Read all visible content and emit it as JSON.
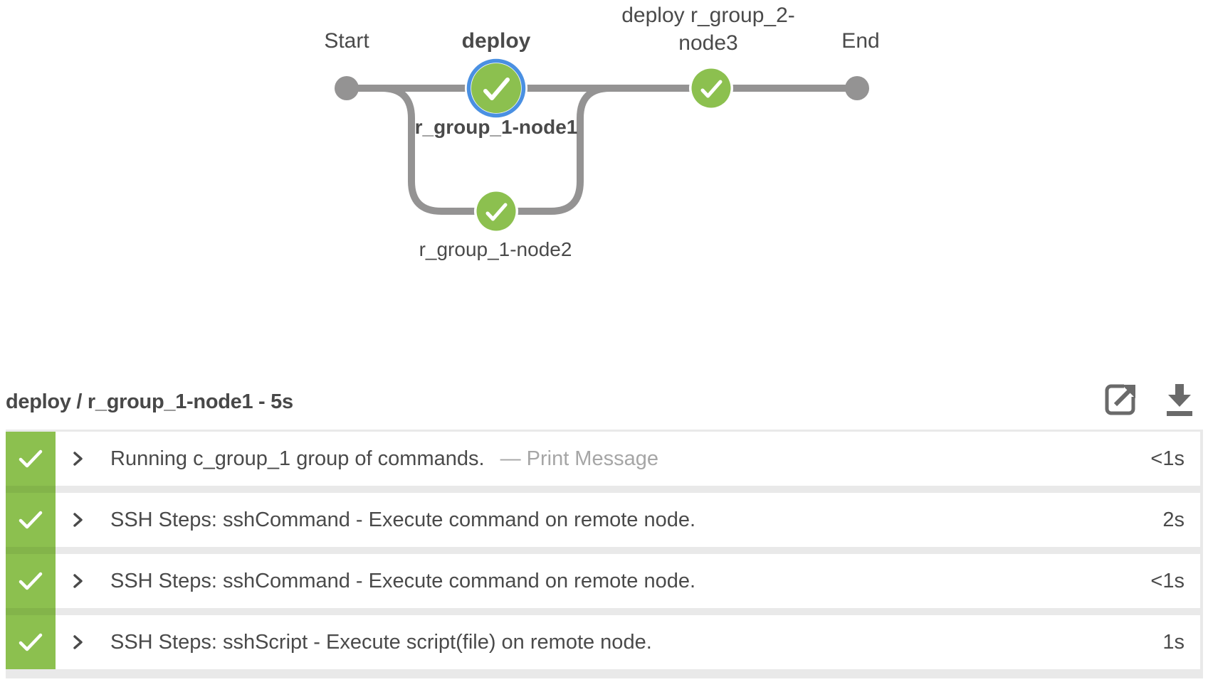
{
  "graph": {
    "labels": {
      "start": "Start",
      "deploy": "deploy",
      "node3_lines": [
        "deploy r_group_2-",
        "node3"
      ],
      "end": "End",
      "branch1": "r_group_1-node1",
      "branch2": "r_group_1-node2"
    },
    "nodes": [
      {
        "name": "Start",
        "type": "terminal"
      },
      {
        "name": "deploy",
        "type": "stage",
        "status": "success",
        "selected": true
      },
      {
        "name": "deploy r_group_2-node3",
        "type": "stage",
        "status": "success"
      },
      {
        "name": "End",
        "type": "terminal"
      }
    ],
    "parallel_branches": [
      {
        "label": "r_group_1-node1",
        "status": "success",
        "selected": true
      },
      {
        "label": "r_group_1-node2",
        "status": "success"
      }
    ]
  },
  "log_panel": {
    "title": "deploy / r_group_1-node1 - 5s",
    "icons": [
      "external-link-icon",
      "download-icon"
    ],
    "steps": [
      {
        "status": "success",
        "label": "Running c_group_1 group of commands.",
        "annotation": "— Print Message",
        "duration": "<1s"
      },
      {
        "status": "success",
        "label": "SSH Steps: sshCommand - Execute command on remote node.",
        "annotation": "",
        "duration": "2s"
      },
      {
        "status": "success",
        "label": "SSH Steps: sshCommand - Execute command on remote node.",
        "annotation": "",
        "duration": "<1s"
      },
      {
        "status": "success",
        "label": "SSH Steps: sshScript - Execute script(file) on remote node.",
        "annotation": "",
        "duration": "1s"
      }
    ]
  },
  "colors": {
    "success_green": "#8cc04f",
    "selected_ring_blue": "#4a90e2",
    "edge_gray": "#949393",
    "text_dark": "#4a4a4a",
    "text_muted": "#a6a6a6",
    "row_gap_gray": "#e9e9e9",
    "icon_gray": "#6a6a6a"
  }
}
